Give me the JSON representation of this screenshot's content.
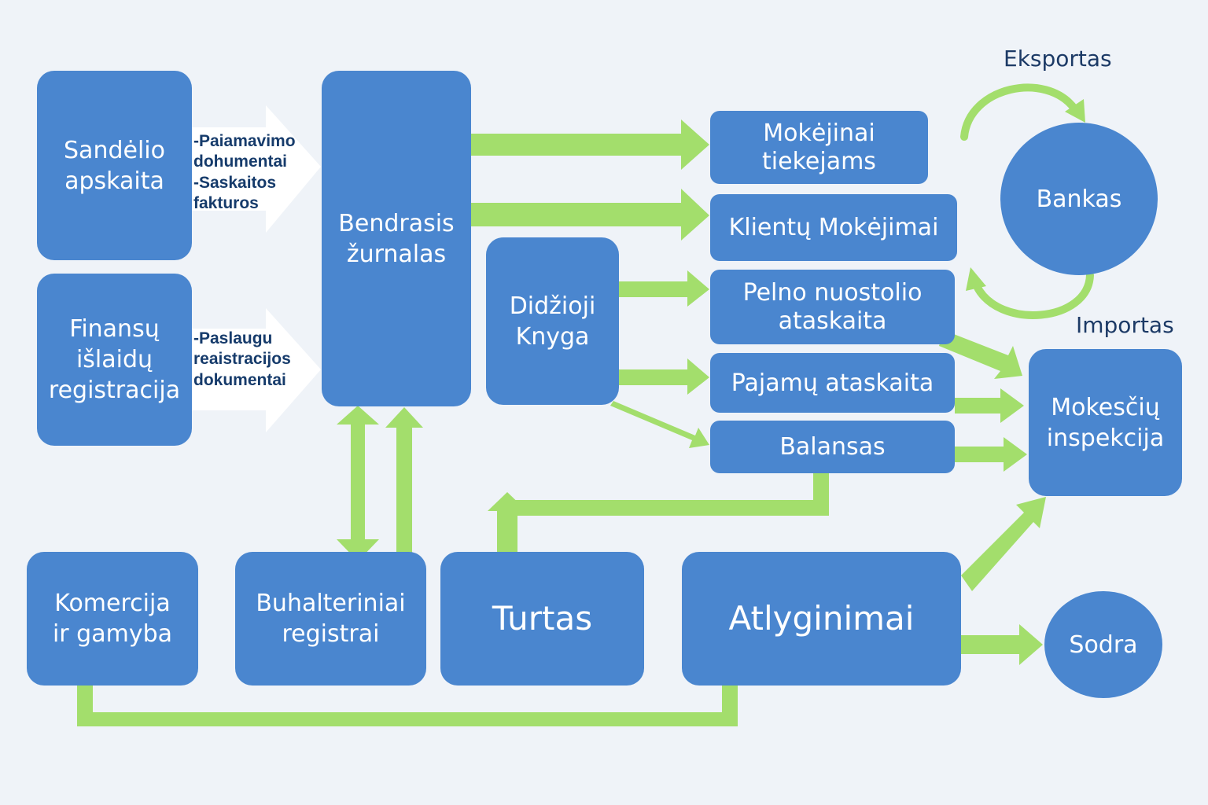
{
  "nodes": {
    "sandelio": "Sandėlio\napskaita",
    "finansu": "Finansų\nišlaidų\nregistracija",
    "bendrasis": "Bendrasis\nžurnalas",
    "didzioji": "Didžioji\nKnyga",
    "mokejimai_tiekejams": "Mokėjinai\ntiekejams",
    "klientu_mokejimai": "Klientų Mokėjimai",
    "pelno_nuostolio": "Pelno nuostolio\nataskaita",
    "pajamu_ataskaita": "Pajamų ataskaita",
    "balansas": "Balansas",
    "bankas": "Bankas",
    "mokesciu_inspekcija": "Mokesčių\ninspekcija",
    "komercija": "Komercija\nir gamyba",
    "buhalteriniai": "Buhalteriniai\nregistrai",
    "turtas": "Turtas",
    "atlyginimai": "Atlyginimai",
    "sodra": "Sodra"
  },
  "labels": {
    "docs_top": "-Paiamavimo\n dohumentai\n-Saskaitos\n fakturos",
    "docs_bottom": "-Paslaugu\n reaistracijos\n dokumentai",
    "eksportas": "Eksportas",
    "importas": "Importas"
  },
  "colors": {
    "box": "#4a86cf",
    "arrow": "#a3de6c",
    "background": "#eff3f8",
    "label_text": "#1c3a66"
  }
}
